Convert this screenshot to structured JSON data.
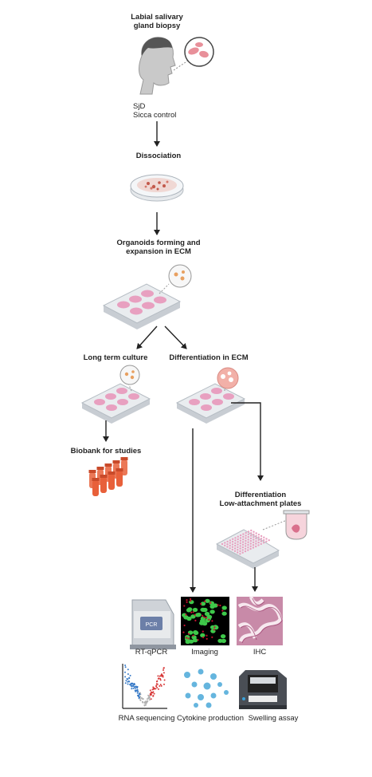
{
  "steps": {
    "biopsy": {
      "line1": "Labial salivary",
      "line2": "gland biopsy"
    },
    "groups": {
      "line1": "SjD",
      "line2": "Sicca control"
    },
    "dissociation": "Dissociation",
    "organoids": {
      "line1": "Organoids forming and",
      "line2": "expansion in ECM"
    },
    "long_term": "Long term culture",
    "diff_ecm": "Differentiation in ECM",
    "biobank": "Biobank for studies",
    "diff_low": {
      "line1": "Differentiation",
      "line2": "Low-attachment plates"
    }
  },
  "assays": {
    "rtqpcr": "RT-qPCR",
    "pcr_screen": "PCR",
    "imaging": "Imaging",
    "ihc": "IHC",
    "rnaseq": "RNA sequencing",
    "cytokine": "Cytokine production",
    "swelling": "Swelling assay"
  },
  "colors": {
    "plate_pink": "#e8a0c0",
    "plate_body": "#dfe3e8",
    "tube_orange": "#e8603a",
    "cytokine_blue": "#4aa8d8",
    "imaging_green": "#3ec84a",
    "imaging_red": "#c8102e",
    "ihc_pink": "#c88aa8"
  }
}
